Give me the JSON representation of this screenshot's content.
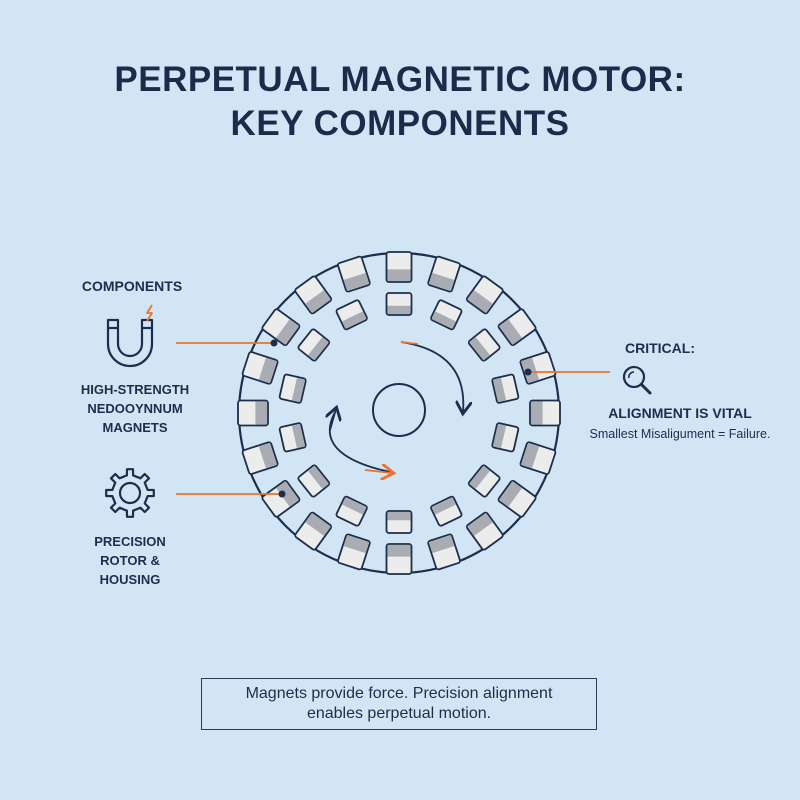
{
  "title": {
    "line1": "PERPETUAL MAGNETIC MOTOR:",
    "line2": "KEY COMPONENTS"
  },
  "left": {
    "section_heading": "COMPONENTS",
    "magnets_label": [
      "HIGH-STRENGTH",
      "NEDOOYNNUM",
      "MAGNETS"
    ],
    "rotor_label": [
      "PRECISION",
      "ROTOR &",
      "HOUSING"
    ]
  },
  "right": {
    "critical": "CRITICAL:",
    "alignment_heading": "ALIGNMENT IS VITAL",
    "alignment_note": "Smallest Misaligument = Failure."
  },
  "footer": {
    "line1": "Magnets provide force. Precision alignment",
    "line2": "enables perpetual motion."
  },
  "colors": {
    "background": "#d2e5f4",
    "navy": "#1c2e4b",
    "accent_orange": "#e8742e",
    "magnet_fill": "#ececec",
    "magnet_shade": "#a9adb3"
  },
  "icons": [
    "horseshoe-magnet-icon",
    "lightning-icon",
    "gear-icon",
    "magnifier-icon"
  ]
}
